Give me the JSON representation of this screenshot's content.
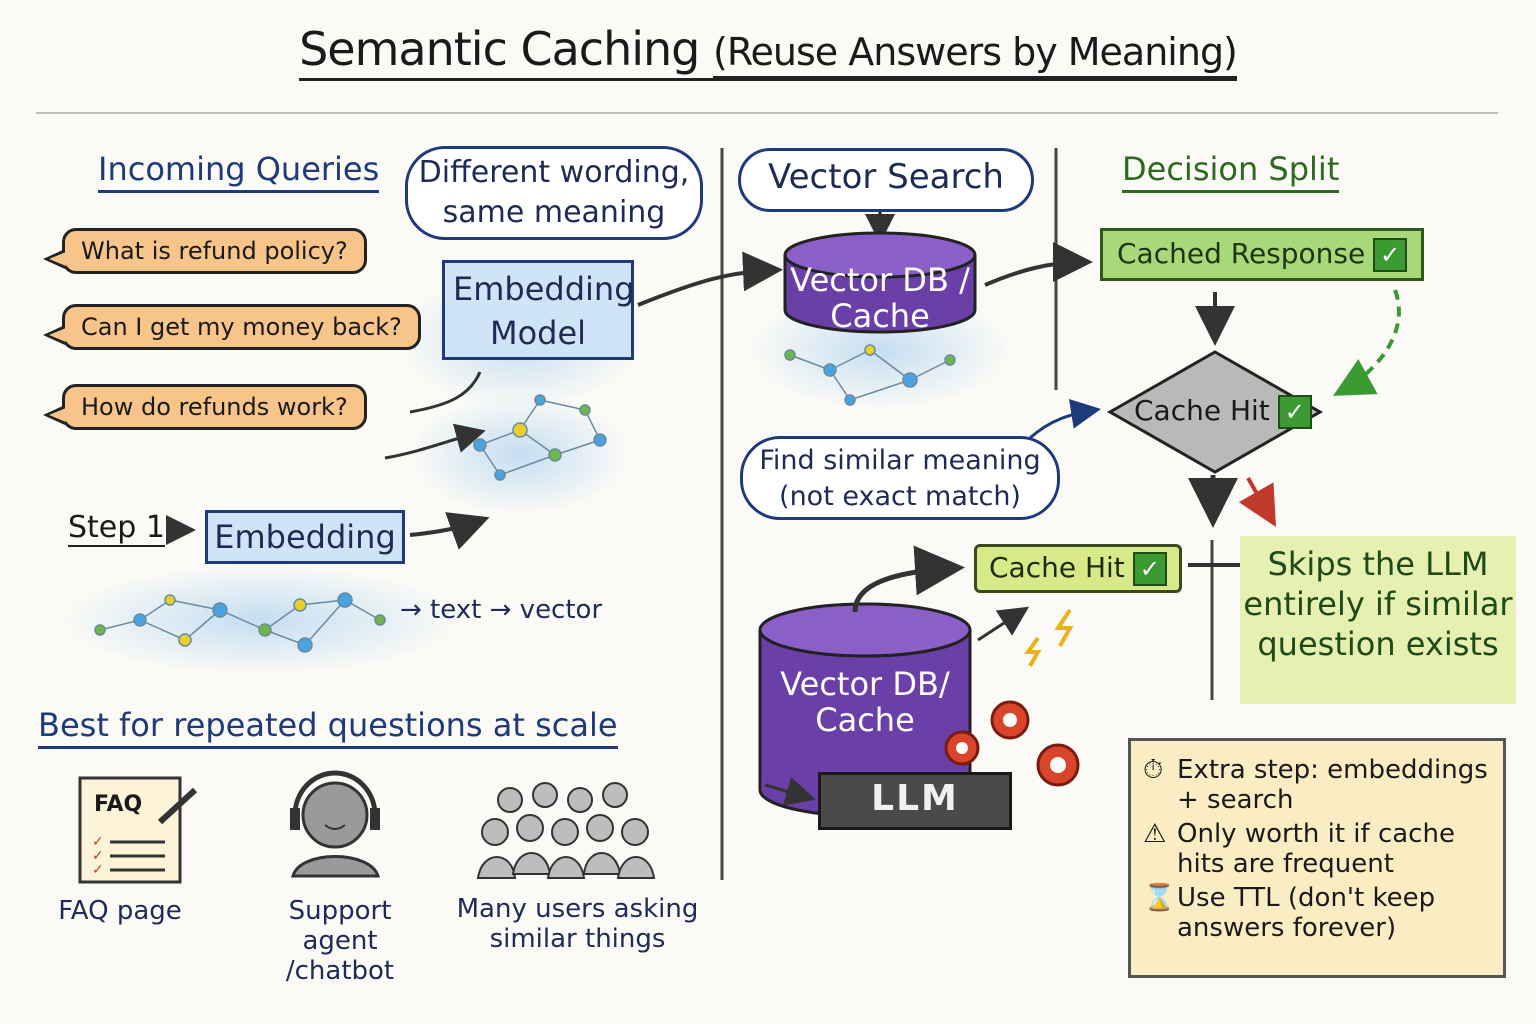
{
  "title": "Semantic Caching",
  "subtitle": "(Reuse Answers by Meaning)",
  "left": {
    "heading": "Incoming Queries",
    "callout": "Different wording, same meaning",
    "queries": [
      "What is refund policy?",
      "Can I get my money back?",
      "How do refunds work?"
    ],
    "embedding_model": "Embedding Model",
    "step_label": "Step 1",
    "step_box": "Embedding",
    "text_to_vector": "→ text → vector",
    "best_for": "Best for repeated questions at scale",
    "use_cases": [
      {
        "label": "FAQ page",
        "icon": "faq-icon",
        "icon_text": "FAQ"
      },
      {
        "label": "Support agent /chatbot",
        "icon": "support-agent-icon"
      },
      {
        "label": "Many users asking similar things",
        "icon": "users-crowd-icon"
      }
    ]
  },
  "middle": {
    "heading": "Vector Search",
    "db_top": "Vector DB / Cache",
    "find_similar": "Find similar meaning (not exact match)",
    "cache_hit": "Cache Hit",
    "db_bottom": "Vector DB/ Cache",
    "llm": "LLM"
  },
  "right": {
    "heading": "Decision Split",
    "cached_response": "Cached Response",
    "diamond": "Cache Hit",
    "skip": "Skips the LLM entirely if similar question exists",
    "notes": [
      {
        "icon": "clock-icon",
        "text": "Extra step: embeddings + search"
      },
      {
        "icon": "warning-icon",
        "text": "Only worth it if cache hits are frequent"
      },
      {
        "icon": "hourglass-icon",
        "text": "Use TTL (don't keep answers forever)"
      }
    ]
  },
  "colors": {
    "accent_blue": "#1d3a7a",
    "bubble_orange": "#f7c58a",
    "db_purple": "#6b3fa8",
    "green": "#3c9a32",
    "lime": "#d8e98a",
    "notes_bg": "#fbedc3"
  }
}
